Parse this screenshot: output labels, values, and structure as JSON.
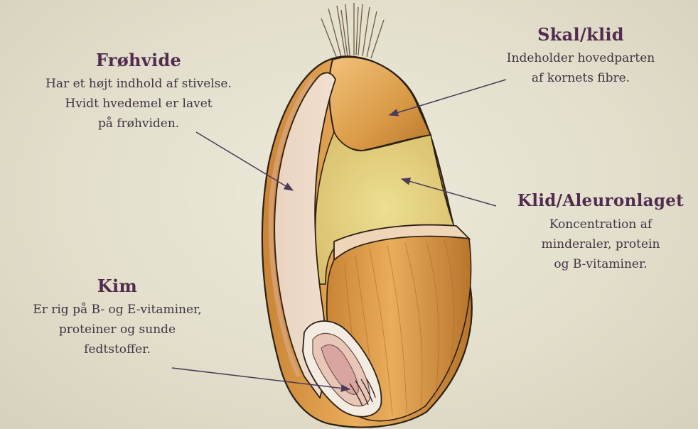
{
  "labels": {
    "frohvide": {
      "title": "Frøhvide",
      "description": "Har et højt indhold af stivelse.\nHvidt hvedemel er lavet\npå frøhviden."
    },
    "skal": {
      "title": "Skal/klid",
      "description": "Indeholder hovedparten\naf kornets fibre."
    },
    "klid": {
      "title": "Klid/Aleuronlaget",
      "description": "Koncentration af\nminderaler, protein\nog B-vitaminer."
    },
    "kim": {
      "title": "Kim",
      "description": "Er rig på B- og E-vitaminer,\nproteiner og sunde\nfedtstoffer."
    }
  },
  "colors": {
    "background": "#e3dfcc",
    "title": "#512c4e",
    "text": "#3f3543",
    "bran": "#d89a48",
    "aleurone": "#e8d98a",
    "endosperm": "#ecd7c6",
    "arrow": "#4a3b5a"
  }
}
